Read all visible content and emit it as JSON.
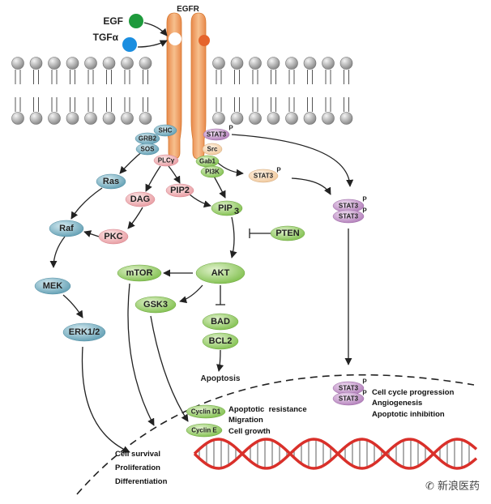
{
  "ligands": {
    "egf": "EGF",
    "tgfa": "TGFα",
    "receptor": "EGFR"
  },
  "adaptors": {
    "shc": "SHC",
    "grb2": "GRB2",
    "sos": "SOS",
    "plcy": "PLCγ",
    "src": "Src",
    "gab1": "Gab1",
    "pi3k": "PI3K"
  },
  "stat": {
    "label": "STAT3",
    "p": "P"
  },
  "ras_pathway": {
    "ras": "Ras",
    "raf": "Raf",
    "mek": "MEK",
    "erk": "ERK1/2"
  },
  "plc_pathway": {
    "dag": "DAG",
    "pip2": "PIP2",
    "pkc": "PKC"
  },
  "pi3k_pathway": {
    "pip3": "PIP",
    "pip3_sub": "3",
    "pten": "PTEN",
    "akt": "AKT",
    "mtor": "mTOR",
    "gsk3": "GSK3",
    "bad": "BAD",
    "bcl2": "BCL2",
    "apoptosis": "Apoptosis"
  },
  "cyclins": {
    "d1": "Cyclin D1",
    "e": "Cyclin E"
  },
  "outcomes": {
    "left": [
      "Cell survival",
      "Proliferation",
      "Differentiation"
    ],
    "middle": [
      "Apoptotic  resistance",
      "Migration",
      "Cell growth"
    ],
    "right": [
      "Cell cycle progression",
      "Angiogenesis",
      "Apoptotic inhibition"
    ]
  },
  "watermark": "新浪医药",
  "colors": {
    "receptor": "#f0a868",
    "egf": "#1e9a3c",
    "tgfa": "#1b8ee0",
    "teal": "#7fb2c4",
    "pink": "#f2b8b8",
    "green": "#9ccc6b",
    "purple": "#c79bcc",
    "dna": "#d9302a"
  }
}
